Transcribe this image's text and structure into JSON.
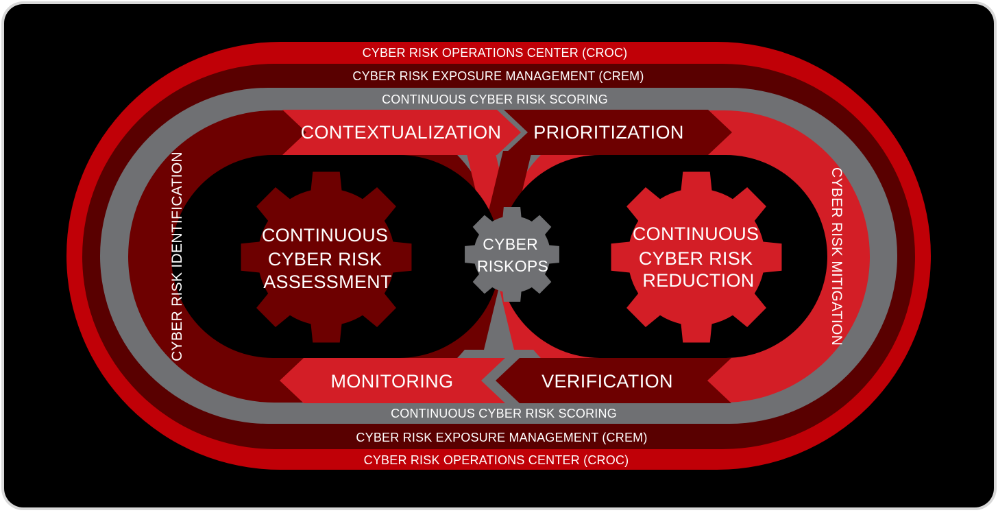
{
  "colors": {
    "background": "#000000",
    "frame": "#d9d9d9",
    "bright_red": "#d31e26",
    "ring_red": "#c00007",
    "dark_red": "#6d0000",
    "maroon": "#590000",
    "gray": "#6f7073",
    "text": "#ffffff"
  },
  "bands": {
    "outer_top": "CYBER RISK OPERATIONS CENTER (CROC)",
    "middle_top": "CYBER RISK EXPOSURE MANAGEMENT (CREM)",
    "inner_top": "CONTINUOUS CYBER RISK SCORING",
    "inner_bottom": "CONTINUOUS CYBER RISK SCORING",
    "middle_bottom": "CYBER RISK EXPOSURE MANAGEMENT (CREM)",
    "outer_bottom": "CYBER RISK OPERATIONS CENTER (CROC)"
  },
  "phases": {
    "contextualization": "CONTEXTUALIZATION",
    "prioritization": "PRIORITIZATION",
    "monitoring": "MONITORING",
    "verification": "VERIFICATION",
    "left_side": "CYBER RISK IDENTIFICATION",
    "right_side": "CYBER RISK MITIGATION"
  },
  "gears": {
    "left": {
      "line1": "CONTINUOUS",
      "line2": "CYBER RISK",
      "line3": "ASSESSMENT",
      "icon": "gear-icon"
    },
    "right": {
      "line1": "CONTINUOUS",
      "line2": "CYBER RISK",
      "line3": "REDUCTION",
      "icon": "gear-icon"
    },
    "center": {
      "line1": "CYBER",
      "line2": "RISKOPS",
      "icon": "gear-icon"
    }
  }
}
